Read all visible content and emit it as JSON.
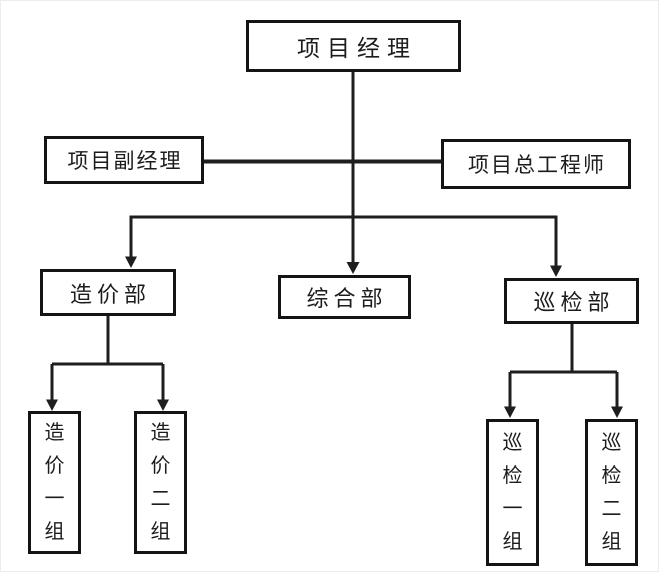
{
  "diagram": {
    "type": "org-chart",
    "background": "#ffffff",
    "line_color": "#1e1e1e",
    "box_border_color": "#141414",
    "text_color": "#1c1c1c",
    "nodes": [
      {
        "id": "project-manager",
        "label": "项目经理",
        "level": 1,
        "orientation": "horizontal"
      },
      {
        "id": "deputy-manager",
        "label": "项目副经理",
        "level": 2,
        "orientation": "horizontal"
      },
      {
        "id": "chief-engineer",
        "label": "项目总工程师",
        "level": 2,
        "orientation": "horizontal"
      },
      {
        "id": "cost-dept",
        "label": "造价部",
        "level": 3,
        "orientation": "horizontal"
      },
      {
        "id": "general-dept",
        "label": "综合部",
        "level": 3,
        "orientation": "horizontal"
      },
      {
        "id": "inspection-dept",
        "label": "巡检部",
        "level": 3,
        "orientation": "horizontal"
      },
      {
        "id": "cost-group-1",
        "label": "造价一组",
        "level": 4,
        "orientation": "vertical"
      },
      {
        "id": "cost-group-2",
        "label": "造价二组",
        "level": 4,
        "orientation": "vertical"
      },
      {
        "id": "inspection-group-1",
        "label": "巡检一组",
        "level": 4,
        "orientation": "vertical"
      },
      {
        "id": "inspection-group-2",
        "label": "巡检二组",
        "level": 4,
        "orientation": "vertical"
      }
    ],
    "edges": [
      {
        "from": "project-manager",
        "to": "deputy-manager",
        "style": "plain-line"
      },
      {
        "from": "project-manager",
        "to": "chief-engineer",
        "style": "plain-line"
      },
      {
        "from": "project-manager",
        "to": "cost-dept",
        "style": "arrow"
      },
      {
        "from": "project-manager",
        "to": "general-dept",
        "style": "arrow"
      },
      {
        "from": "project-manager",
        "to": "inspection-dept",
        "style": "arrow"
      },
      {
        "from": "cost-dept",
        "to": "cost-group-1",
        "style": "arrow"
      },
      {
        "from": "cost-dept",
        "to": "cost-group-2",
        "style": "arrow"
      },
      {
        "from": "inspection-dept",
        "to": "inspection-group-1",
        "style": "arrow"
      },
      {
        "from": "inspection-dept",
        "to": "inspection-group-2",
        "style": "arrow"
      }
    ]
  }
}
